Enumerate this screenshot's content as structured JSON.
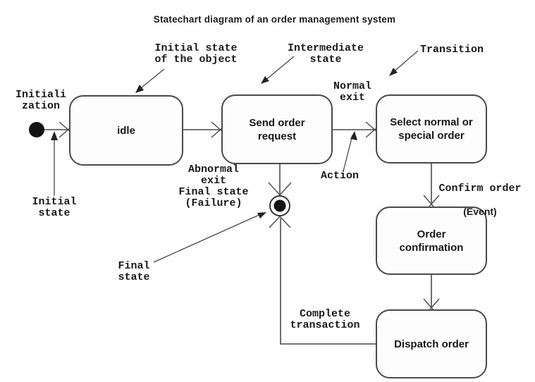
{
  "title": "Statechart diagram of an order management system",
  "states": {
    "idle": {
      "label": "idle"
    },
    "send_order_request": {
      "label": "Send order request"
    },
    "select_order": {
      "label": "Select normal or special order"
    },
    "order_confirmation": {
      "label": "Order confirmation"
    },
    "dispatch_order": {
      "label": "Dispatch order"
    }
  },
  "annotations": {
    "initialization": "Initiali\nzation",
    "initial_state": "Initial\nstate",
    "initial_state_of_object": "Initial state\nof the object",
    "intermediate_state": "Intermediate\nstate",
    "transition": "Transition",
    "normal_exit": "Normal\nexit",
    "action": "Action",
    "abnormal_exit_final_state_failure": "Abnormal\nexit\nFinal state\n(Failure)",
    "final_state": "Final\nstate",
    "confirm_order": "Confirm order",
    "confirm_order_event": "(Event)",
    "complete_transaction": "Complete\ntransaction"
  },
  "symbols": {
    "initial_state_marker": "filled-circle",
    "final_state_marker": "circled-dot"
  },
  "colors": {
    "background": "#fefefe",
    "line": "#4a4a4a",
    "text": "#1a1a1a",
    "state_fill": "#fdfdfd"
  }
}
